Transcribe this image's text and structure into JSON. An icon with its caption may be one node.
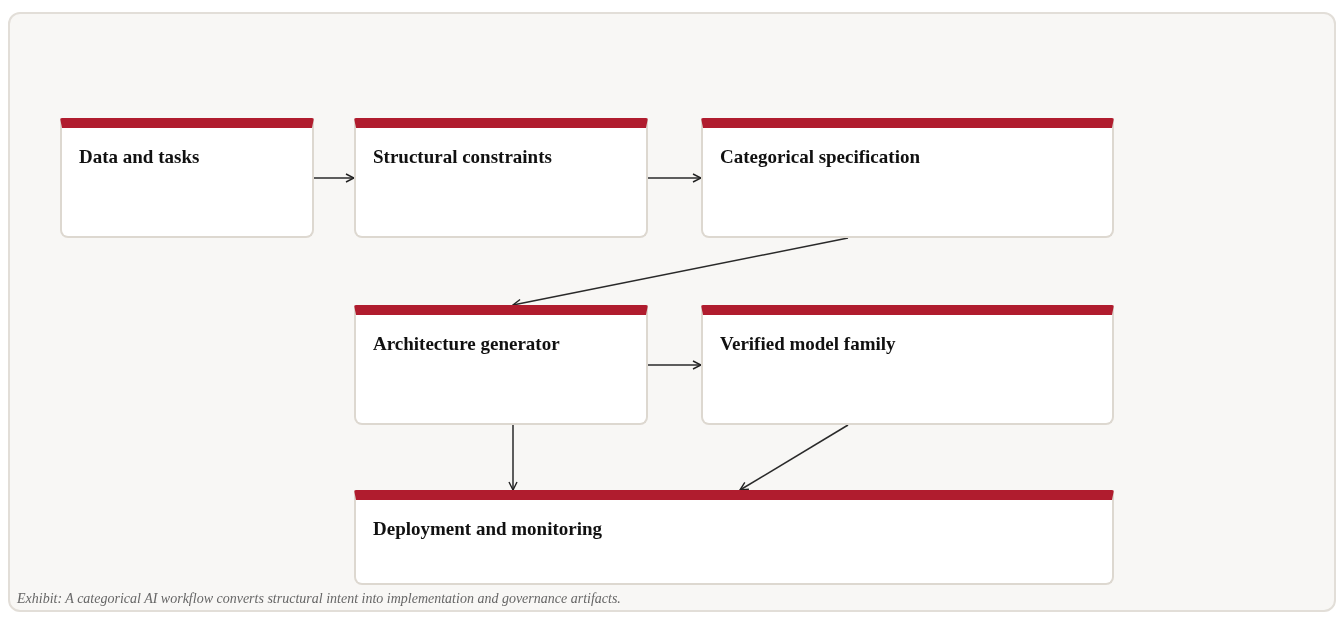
{
  "diagram": {
    "caption": "Exhibit: A categorical AI workflow converts structural intent into implementation and governance artifacts.",
    "nodes": [
      {
        "text": [
          "Data and tasks"
        ]
      },
      {
        "text": [
          "Structural constraints"
        ]
      },
      {
        "text": [
          "Categorical specification"
        ]
      },
      {
        "text": [
          "Architecture generator"
        ]
      },
      {
        "text": [
          "Verified model family"
        ]
      },
      {
        "text": [
          "Deployment and monitoring"
        ]
      }
    ],
    "edges": [
      {
        "from": 0,
        "to": 1,
        "arrow": "to"
      },
      {
        "from": 1,
        "to": 2,
        "arrow": "to"
      },
      {
        "from": 2,
        "to": 3,
        "arrow": "to"
      },
      {
        "from": 3,
        "to": 4,
        "arrow": "to"
      },
      {
        "from": 3,
        "to": 5,
        "arrow": "to"
      },
      {
        "from": 4,
        "to": 5,
        "arrow": "to"
      }
    ]
  }
}
